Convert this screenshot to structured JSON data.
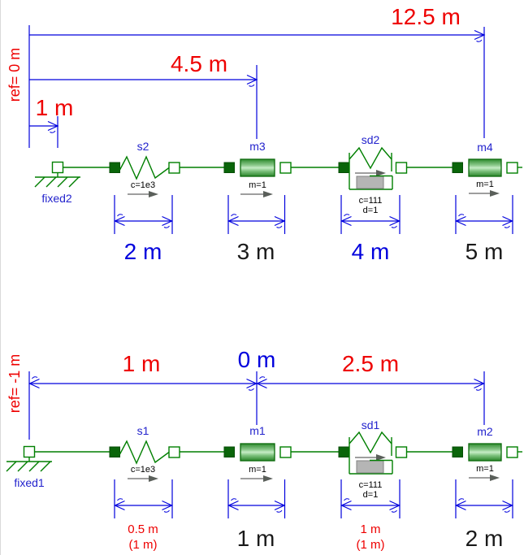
{
  "colors": {
    "dimension_blue": "#0000dd",
    "annotation_red": "#ee0000",
    "component_green": "#007f00",
    "component_label_blue": "#2323cd",
    "text_black": "#1a1a1a",
    "mass_fill_light": "#c6ecc6",
    "damper_gray": "#b5b5b5"
  },
  "top_system": {
    "ref_label": "ref= 0 m",
    "dim_small": "1 m",
    "dim_mid": "4.5 m",
    "dim_large": "12.5 m",
    "fixed": {
      "label": "fixed2"
    },
    "spring": {
      "label": "s2",
      "param": "c=1e3"
    },
    "mass_a": {
      "label": "m3",
      "param": "m=1"
    },
    "spring_damper": {
      "label": "sd2",
      "param_c": "c=111",
      "param_d": "d=1"
    },
    "mass_b": {
      "label": "m4",
      "param": "m=1"
    },
    "measure_1": "2 m",
    "measure_2": "3 m",
    "measure_3": "4 m",
    "measure_4": "5 m"
  },
  "bottom_system": {
    "ref_label": "ref= -1 m",
    "dim_left": "1 m",
    "dim_zero": "0 m",
    "dim_right": "2.5 m",
    "fixed": {
      "label": "fixed1"
    },
    "spring": {
      "label": "s1",
      "param": "c=1e3"
    },
    "mass_a": {
      "label": "m1",
      "param": "m=1"
    },
    "spring_damper": {
      "label": "sd1",
      "param_c": "c=111",
      "param_d": "d=1"
    },
    "mass_b": {
      "label": "m2",
      "param": "m=1"
    },
    "measure_1": {
      "main": "0.5 m",
      "sub": "(1 m)"
    },
    "measure_2": "1 m",
    "measure_3": {
      "main": "1 m",
      "sub": "(1 m)"
    },
    "measure_4": "2 m"
  }
}
